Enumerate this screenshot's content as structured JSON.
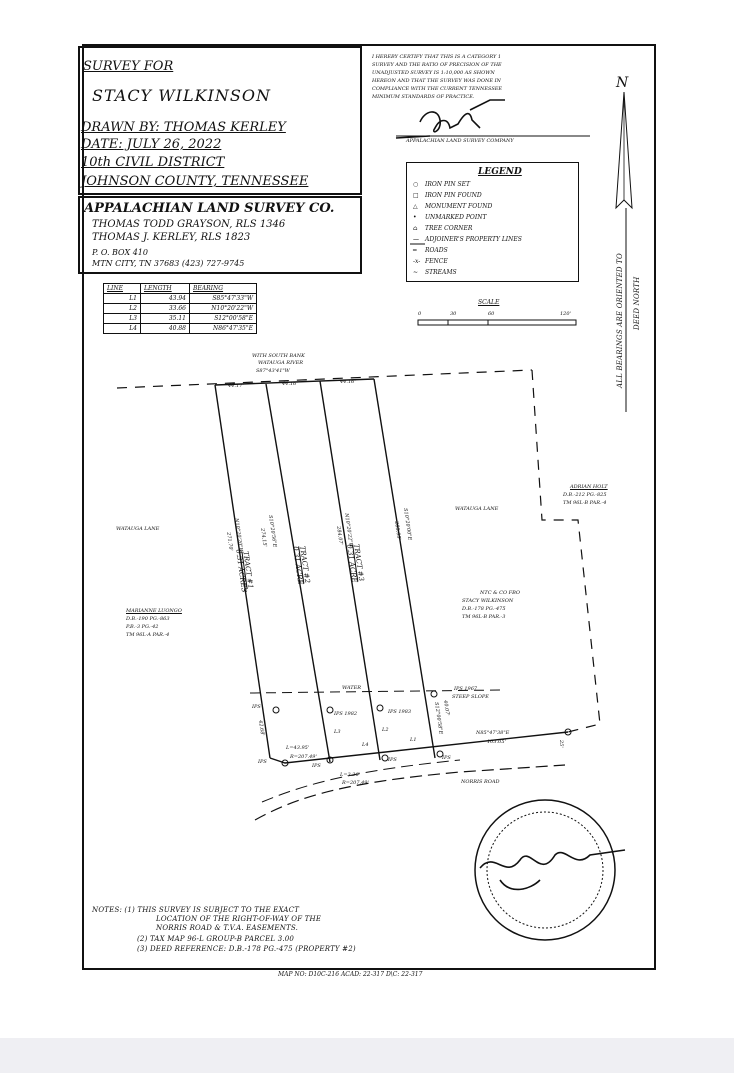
{
  "title_block": {
    "survey_for": "SURVEY FOR",
    "client": "STACY WILKINSON",
    "drawn_by": "DRAWN BY: THOMAS KERLEY",
    "date": "DATE: JULY 26, 2022",
    "district": "10th CIVIL DISTRICT",
    "county": "JOHNSON COUNTY, TENNESSEE"
  },
  "company_block": {
    "name": "APPALACHIAN LAND SURVEY CO.",
    "surveyor1": "THOMAS TODD GRAYSON, RLS 1346",
    "surveyor2": "THOMAS J. KERLEY, RLS 1823",
    "po_box": "P. O. BOX 410",
    "address": "MTN CITY, TN 37683   (423) 727-9745"
  },
  "certification": {
    "lines": [
      "I HEREBY CERTIFY THAT THIS IS A CATEGORY 1",
      "SURVEY AND THE RATIO OF PRECISION OF THE",
      "UNADJUSTED SURVEY IS 1:10,000 AS SHOWN",
      "HEREON AND THAT THE SURVEY WAS DONE IN",
      "COMPLIANCE WITH THE CURRENT TENNESSEE",
      "MINIMUM STANDARDS OF PRACTICE."
    ],
    "company": "APPALACHIAN LAND SURVEY COMPANY"
  },
  "north": {
    "letter": "N",
    "note": "ALL BEARINGS ARE ORIENTED TO",
    "note2": "DEED NORTH"
  },
  "legend": {
    "title": "LEGEND",
    "items": [
      {
        "symbol": "○",
        "label": "IRON PIN SET"
      },
      {
        "symbol": "□",
        "label": "IRON PIN FOUND"
      },
      {
        "symbol": "△",
        "label": "MONUMENT FOUND"
      },
      {
        "symbol": "•",
        "label": "UNMARKED POINT"
      },
      {
        "symbol": "⌂",
        "label": "TREE CORNER"
      },
      {
        "symbol": "—",
        "label": "ADJOINER'S PROPERTY LINES"
      },
      {
        "symbol": "═",
        "label": "ROADS"
      },
      {
        "symbol": "-x-",
        "label": "FENCE"
      },
      {
        "symbol": "~",
        "label": "STREAMS"
      }
    ]
  },
  "scale": {
    "label": "SCALE",
    "ticks": [
      "0",
      "30",
      "60",
      "120'"
    ]
  },
  "line_table": {
    "headers": [
      "LINE",
      "LENGTH",
      "BEARING"
    ],
    "rows": [
      [
        "L1",
        "43.94",
        "S85°47'33\"W"
      ],
      [
        "L2",
        "33.66",
        "N10°20'22\"W"
      ],
      [
        "L3",
        "35.11",
        "S12°00'58\"E"
      ],
      [
        "L4",
        "40.88",
        "N86°47'35\"E"
      ]
    ]
  },
  "map_labels": {
    "river": "WITH SOUTH BANK",
    "river2": "WATAUGA RIVER",
    "river_bearing": "S87°43'41\"W",
    "seg1": "44.17'",
    "seg2": "44.16'",
    "seg3": "44.16'",
    "lane_left": "WATAUGA LANE",
    "lane_right": "WATAUGA LANE",
    "adj_holt": [
      "ADRIAN HOLT",
      "D.B.-212 PG.-825",
      "TM 96L-B PAR.-4"
    ],
    "adj_luongo": [
      "MARIANNE LUONGO",
      "D.B.-190 PG.-863",
      "P.B.-3 PG.-42",
      "TM 96L-A PAR.-4"
    ],
    "ntc": [
      "NTC & CO FBO",
      "STACY WILKINSON",
      "D.B.-178 PG.-475",
      "TM 96L-B PAR.-3"
    ],
    "tract1": [
      "TRACT #1",
      "0.31 ACRES"
    ],
    "tract2": [
      "TRACT #2",
      "0.31 ACRE"
    ],
    "tract3": [
      "TRACT #3",
      "0.31 ACRE"
    ],
    "b1": "N10°20'20\"W",
    "b1d": "271.70'",
    "b2": "S10°20'56\"E",
    "b2d": "274.15'",
    "b3": "N10°20'22\"W",
    "b3d": "284.07'",
    "b4": "S10°20'00\"E",
    "b4d": "285.05'",
    "water": "WATER",
    "steep": "STEEP SLOPE",
    "ips_top": "IPS 1967",
    "ips": "IPS",
    "ips1982": "IPS 1982",
    "ips1983": "IPS 1983",
    "bottom_bearing": "N85°47'38\"E",
    "bottom_dist": "103.05'",
    "s_dist": "40.07'",
    "s_bearing": "S12°00'58\"E",
    "l_dist": "42.68'",
    "curve1": "L=43.95'",
    "curve1r": "R=207.49'",
    "curve2": "L=3.26'",
    "curve2r": "R=207.49'",
    "l3": "L3",
    "l4": "L4",
    "l1": "L1",
    "l2": "L2",
    "road": "NORRIS ROAD",
    "dim25": "25'"
  },
  "notes": {
    "lines": [
      "NOTES: (1) THIS SURVEY IS SUBJECT TO THE EXACT",
      "LOCATION OF THE RIGHT-OF-WAY OF THE",
      "NORRIS ROAD & T.V.A. EASEMENTS.",
      "(2) TAX MAP 96-L   GROUP-B   PARCEL 3.00",
      "(3) DEED REFERENCE:  D.B.-178  PG.-475 (PROPERTY #2)"
    ]
  },
  "map_no": "MAP NO: D10C-216   ACAD: 22-317   D\\C: 22-317",
  "colors": {
    "ink": "#111111",
    "viewer_bar": "#efeff3"
  }
}
